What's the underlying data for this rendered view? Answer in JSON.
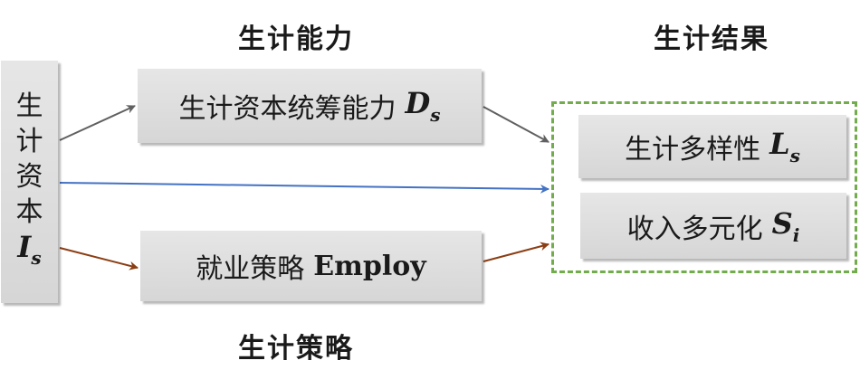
{
  "headings": {
    "capability": "生计能力",
    "outcome": "生计结果",
    "strategy": "生计策略"
  },
  "capital_box": {
    "chars": [
      "生",
      "计",
      "资",
      "本"
    ],
    "symbol": "I",
    "symbol_sub": "s"
  },
  "coordination_box": {
    "label": "生计资本统筹能力",
    "symbol": "D",
    "symbol_sub": "s"
  },
  "employment_box": {
    "label": "就业策略",
    "bold_word": "Employ"
  },
  "diversity_box": {
    "label": "生计多样性",
    "symbol": "L",
    "symbol_sub": "s"
  },
  "income_box": {
    "label": "收入多元化",
    "symbol": "S",
    "symbol_sub": "i"
  },
  "colors": {
    "gray_arrow": "#606060",
    "blue_arrow": "#4472c4",
    "brown_arrow": "#8b3e14",
    "dashed_frame": "#72ac4c",
    "box_fill": "#dcdcdc"
  }
}
